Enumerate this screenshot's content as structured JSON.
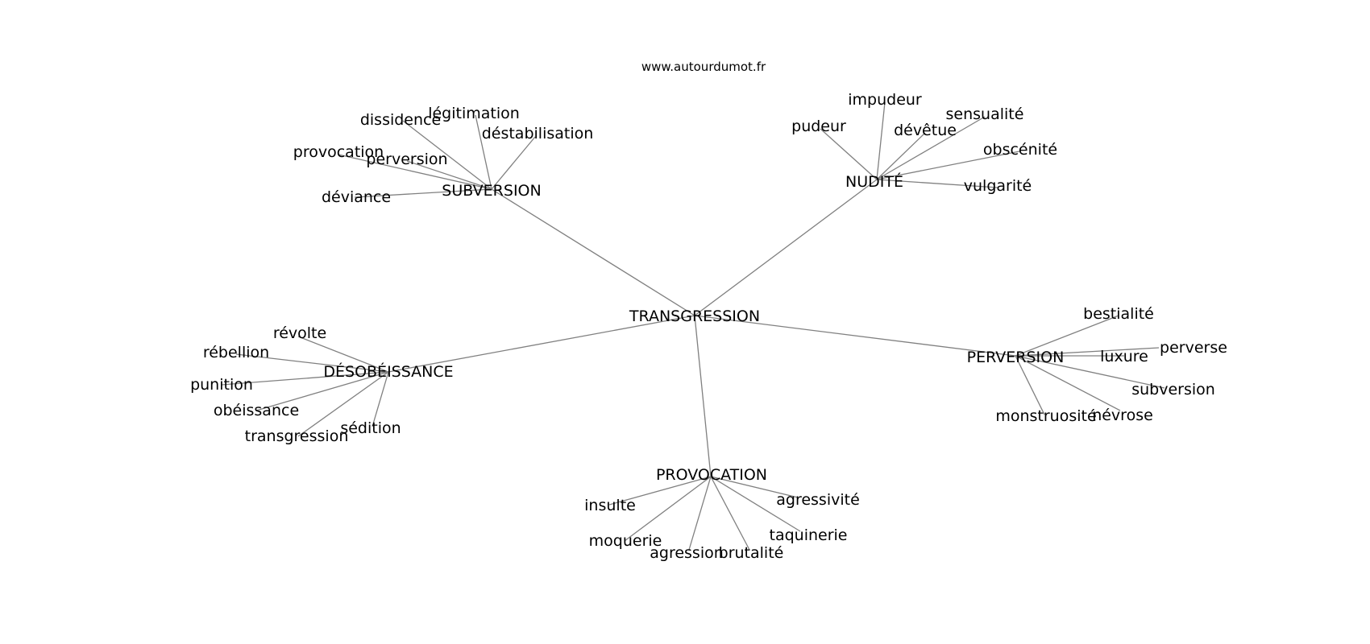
{
  "source": "www.autourdumot.fr",
  "graph": {
    "root": "TRANSGRESSION",
    "branches": [
      {
        "label": "SUBVERSION",
        "children": [
          "dissidence",
          "légitimation",
          "déstabilisation",
          "provocation",
          "perversion",
          "déviance"
        ]
      },
      {
        "label": "NUDITÉ",
        "children": [
          "impudeur",
          "pudeur",
          "sensualité",
          "dévêtue",
          "obscénité",
          "vulgarité"
        ]
      },
      {
        "label": "DÉSOBÉISSANCE",
        "children": [
          "révolte",
          "rébellion",
          "punition",
          "obéissance",
          "transgression",
          "sédition"
        ]
      },
      {
        "label": "PERVERSION",
        "children": [
          "bestialité",
          "perverse",
          "luxure",
          "subversion",
          "névrose",
          "monstruosité"
        ]
      },
      {
        "label": "PROVOCATION",
        "children": [
          "insulte",
          "agressivité",
          "taquinerie",
          "moquerie",
          "agression",
          "brutalité"
        ]
      }
    ]
  }
}
